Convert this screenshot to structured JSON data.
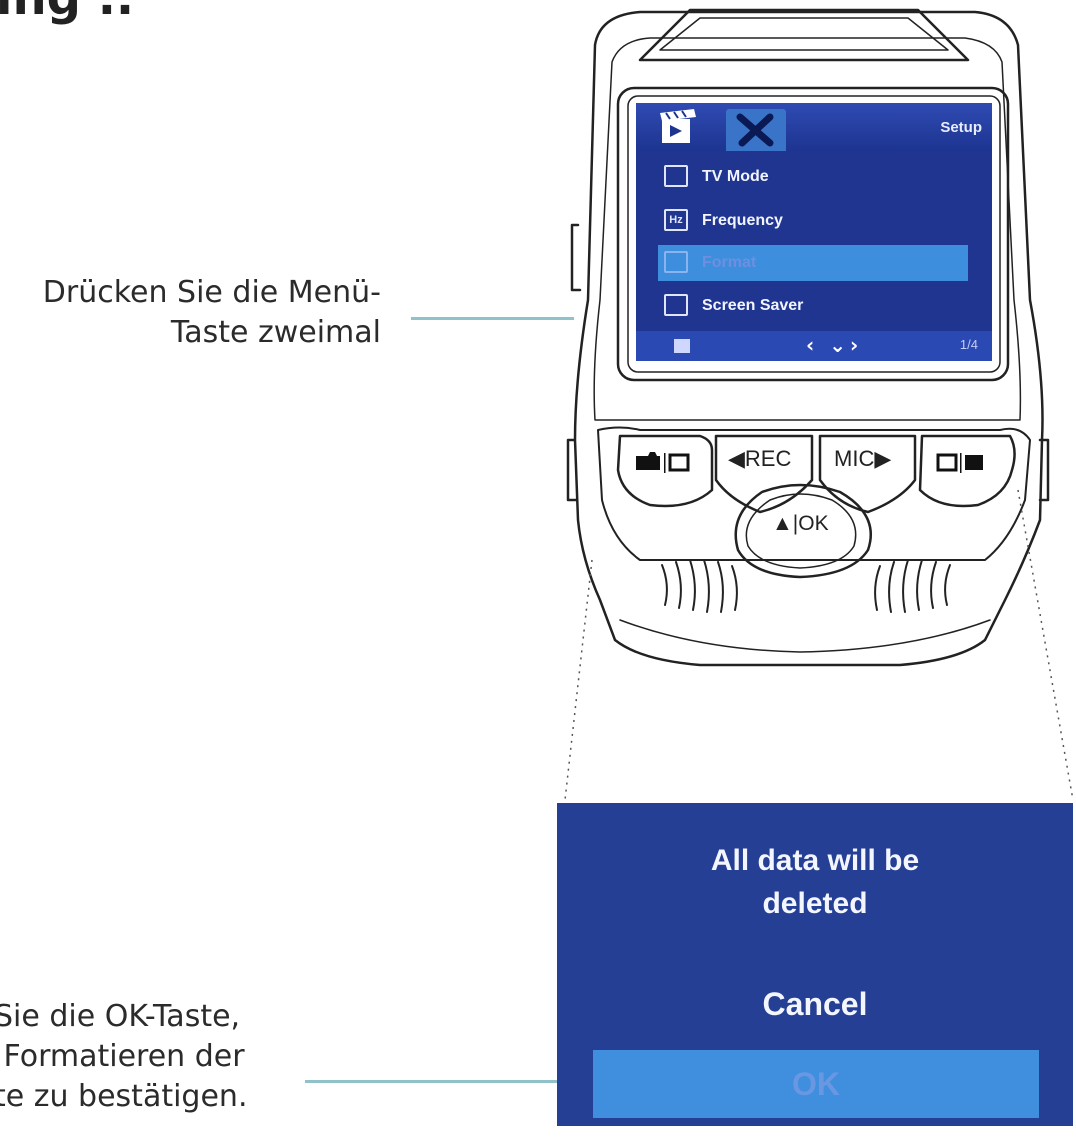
{
  "heading": "ing ..",
  "callouts": {
    "menu_line1": "Drücken Sie die Menü-",
    "menu_line2": "Taste zweimal",
    "ok_line1": "Sie die OK-Taste,",
    "ok_line2": " Formatieren der",
    "ok_line3": "te zu bestätigen."
  },
  "device_screen": {
    "title": "Setup",
    "menu_items": [
      {
        "icon": "tv-icon",
        "icon_text": "",
        "label": "TV Mode"
      },
      {
        "icon": "hz-icon",
        "icon_text": "Hz",
        "label": "Frequency"
      },
      {
        "icon": "format-icon",
        "icon_text": "",
        "label": "Format"
      },
      {
        "icon": "screen-saver-icon",
        "icon_text": "",
        "label": "Screen Saver"
      }
    ],
    "selected_index": 2,
    "page": "1/4"
  },
  "device_buttons": {
    "rec": "◀REC",
    "mic": "MIC▶",
    "ok": "▲|OK"
  },
  "dialog": {
    "message": "All data will be\ndeleted",
    "cancel": "Cancel",
    "ok": "OK"
  },
  "colors": {
    "screen_bg": "#1f3590",
    "highlight": "#3d8fdd",
    "dialog_bg": "#243f93",
    "leader": "#8fc3c9"
  }
}
